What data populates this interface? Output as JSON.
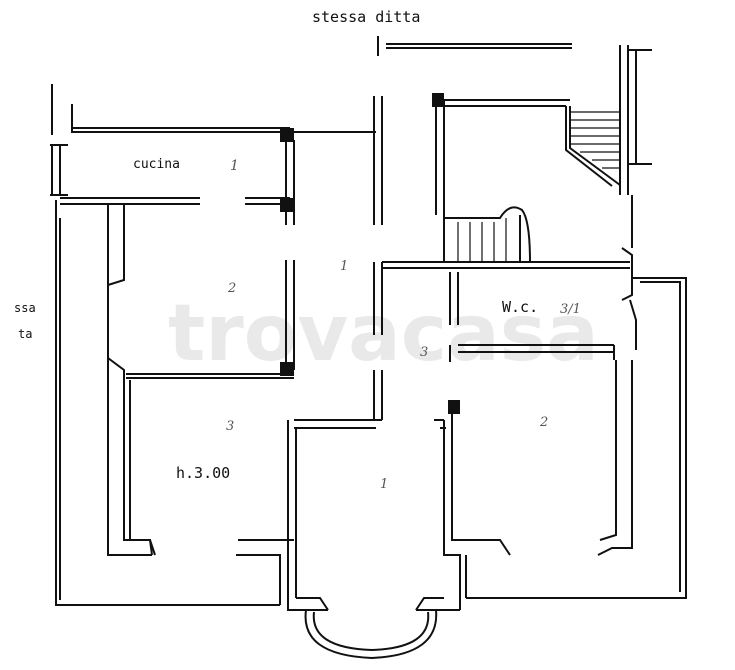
{
  "labels": {
    "top_neighbor": "stessa ditta",
    "left_neighbor_line1": "ssa",
    "left_neighbor_line2": "ta",
    "kitchen": "cucina",
    "kitchen_num": "1",
    "room_left": "2",
    "hall": "1",
    "wc": "W.c.",
    "wc_num": "3/1",
    "corridor": "3",
    "room_bottom_left": "3",
    "height": "h.3.00",
    "room_center": "1",
    "room_right": "2"
  },
  "watermark": "trovacasa",
  "colors": {
    "line": "#111111",
    "wall_fill": "#ffffff",
    "watermark": "#d8d8d8"
  }
}
